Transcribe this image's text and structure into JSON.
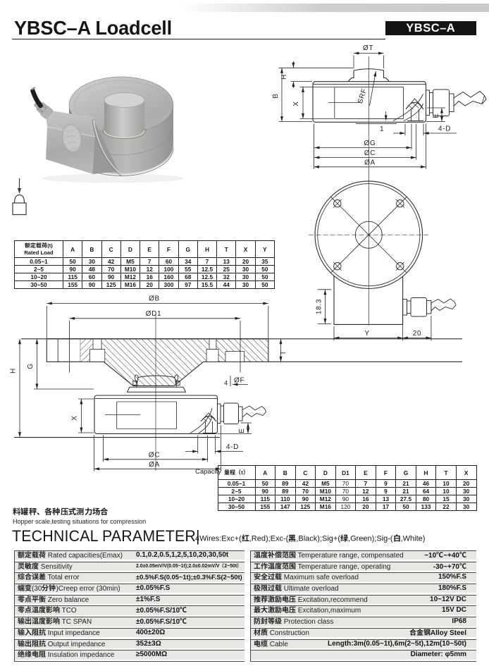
{
  "header": {
    "title": "YBSC–A Loadcell",
    "badge": "YBSC–A"
  },
  "drawings": {
    "side_view": {
      "labels": {
        "dia_t": "ØT",
        "h": "H",
        "b": "B",
        "x": "X",
        "srf": "SRF",
        "e": "E",
        "one": "1",
        "four_d": "4-D",
        "dia_g": "ØG",
        "dia_c": "ØC",
        "dia_a": "ØA"
      }
    },
    "top_view": {
      "labels": {
        "h_box": "18.3",
        "y": "Y",
        "twenty": "20"
      }
    },
    "cross_section": {
      "labels": {
        "dia_b": "ØB",
        "dia_d1": "ØD1",
        "t": "T",
        "g": "G",
        "h": "H",
        "x": "X",
        "four": "4",
        "dia_f": "ØF",
        "e": "E",
        "four_d": "4-D",
        "dia_c": "ØC",
        "dia_a": "ØA"
      },
      "capacity": "Capacity"
    }
  },
  "dim_table1": {
    "header_zh": "额定载荷(t)",
    "header_en": "Rated Load",
    "columns": [
      "A",
      "B",
      "C",
      "D",
      "E",
      "F",
      "G",
      "H",
      "T",
      "X",
      "Y"
    ],
    "rows": [
      {
        "load": "0.05~1",
        "values": [
          "50",
          "30",
          "42",
          "M5",
          "7",
          "60",
          "34",
          "7",
          "13",
          "20",
          "35"
        ]
      },
      {
        "load": "2~5",
        "values": [
          "90",
          "48",
          "70",
          "M10",
          "12",
          "100",
          "55",
          "12.5",
          "25",
          "30",
          "50"
        ]
      },
      {
        "load": "10~20",
        "values": [
          "115",
          "60",
          "90",
          "M12",
          "16",
          "160",
          "68",
          "12.5",
          "32",
          "30",
          "50"
        ]
      },
      {
        "load": "30~50",
        "values": [
          "155",
          "90",
          "125",
          "M16",
          "20",
          "300",
          "97",
          "15.5",
          "44",
          "30",
          "50"
        ]
      }
    ]
  },
  "dim_table2": {
    "header_zh": "量程（t）",
    "columns": [
      "A",
      "B",
      "C",
      "D",
      "D1",
      "E",
      "F",
      "G",
      "H",
      "T",
      "X"
    ],
    "light_col": 4,
    "rows": [
      {
        "load": "0.05~1",
        "values": [
          "50",
          "89",
          "42",
          "M5",
          "70",
          "7",
          "9",
          "21",
          "46",
          "10",
          "20"
        ]
      },
      {
        "load": "2~5",
        "values": [
          "90",
          "89",
          "70",
          "M10",
          "70",
          "12",
          "9",
          "21",
          "64",
          "10",
          "30"
        ]
      },
      {
        "load": "10~20",
        "values": [
          "115",
          "110",
          "90",
          "M12",
          "90",
          "16",
          "13",
          "27.5",
          "80",
          "15",
          "30"
        ]
      },
      {
        "load": "30~50",
        "values": [
          "155",
          "147",
          "125",
          "M16",
          "120",
          "20",
          "17",
          "50",
          "133",
          "22",
          "30"
        ]
      }
    ]
  },
  "application": {
    "zh": "料罐秤、各种压式测力场合",
    "en": "Hopper scale,testing situations for compression"
  },
  "tech": {
    "heading": "TECHNICAL PARAMETER|",
    "wires": "4Wires:Exc+(红,Red);Exc-(黑,Black);Sig+(绿,Green);Sig-(白,White)"
  },
  "parameters": {
    "left": [
      {
        "zh": "额定载荷",
        "en": " Rated capacities(Emax)",
        "value": "0.1,0.2,0.5,1,2,5,10,20,30,50t"
      },
      {
        "zh": "灵敏度",
        "en": " Sensitivity",
        "value": "2.0±0.05mV/V(0.05~1t);2.0±0.02mV/V（2~50t）",
        "vclass": "pv-small"
      },
      {
        "zh": "综合误差",
        "en": " Total error",
        "value": "±0.5%F.S(0.05~1t);±0.3%F.S(2~50t)",
        "vclass": "pv-med"
      },
      {
        "zh": "蠕变(30分钟)",
        "en": "Creep error (30min)",
        "value": "±0.05%F.S"
      },
      {
        "zh": "零点平衡",
        "en": " Zero balance",
        "value": "±1%F.S"
      },
      {
        "zh": "零点温度影响",
        "en": " TCO",
        "value": "±0.05%F.S/10℃"
      },
      {
        "zh": "输出温度影响",
        "en": " TC SPAN",
        "value": "±0.05%F.S/10℃"
      },
      {
        "zh": "输入阻抗",
        "en": " Input  impedance",
        "value": "400±20Ω"
      },
      {
        "zh": "输出阻抗",
        "en": " Output  impedance",
        "value": "352±3Ω"
      },
      {
        "zh": "绝缘电阻",
        "en": " Insulation impedance",
        "value": "≥5000MΩ"
      }
    ],
    "right": [
      {
        "zh": "温度补偿范围",
        "en": " Temperature range, compensated",
        "value": "−10℃~+40℃"
      },
      {
        "zh": "工作温度范围",
        "en": " Temperature range, operating",
        "value": "-30~+70℃"
      },
      {
        "zh": "安全过载",
        "en": " Maximum safe overload",
        "value": "150%F.S"
      },
      {
        "zh": "极限过载",
        "en": " Ultimate overload",
        "value": "180%F.S"
      },
      {
        "zh": "推荐激励电压",
        "en": " Excitation,recommend",
        "value": "10~12V DC"
      },
      {
        "zh": "最大激励电压",
        "en": " Excitation,maximum",
        "value": "15V DC"
      },
      {
        "zh": "防封等级",
        "en": " Protection class",
        "value": "IP68"
      },
      {
        "zh": "材质",
        "en": " Construction",
        "value": "合金钢Alloy Steel",
        "vglyph": true
      },
      {
        "zh": "电缆",
        "en": " Cable",
        "value": "Length:3m(0.05~1t),6m(2~5t),12m(10~50t)"
      },
      {
        "zh": "",
        "en": "",
        "value": "Diameter: φ5mm"
      }
    ]
  }
}
